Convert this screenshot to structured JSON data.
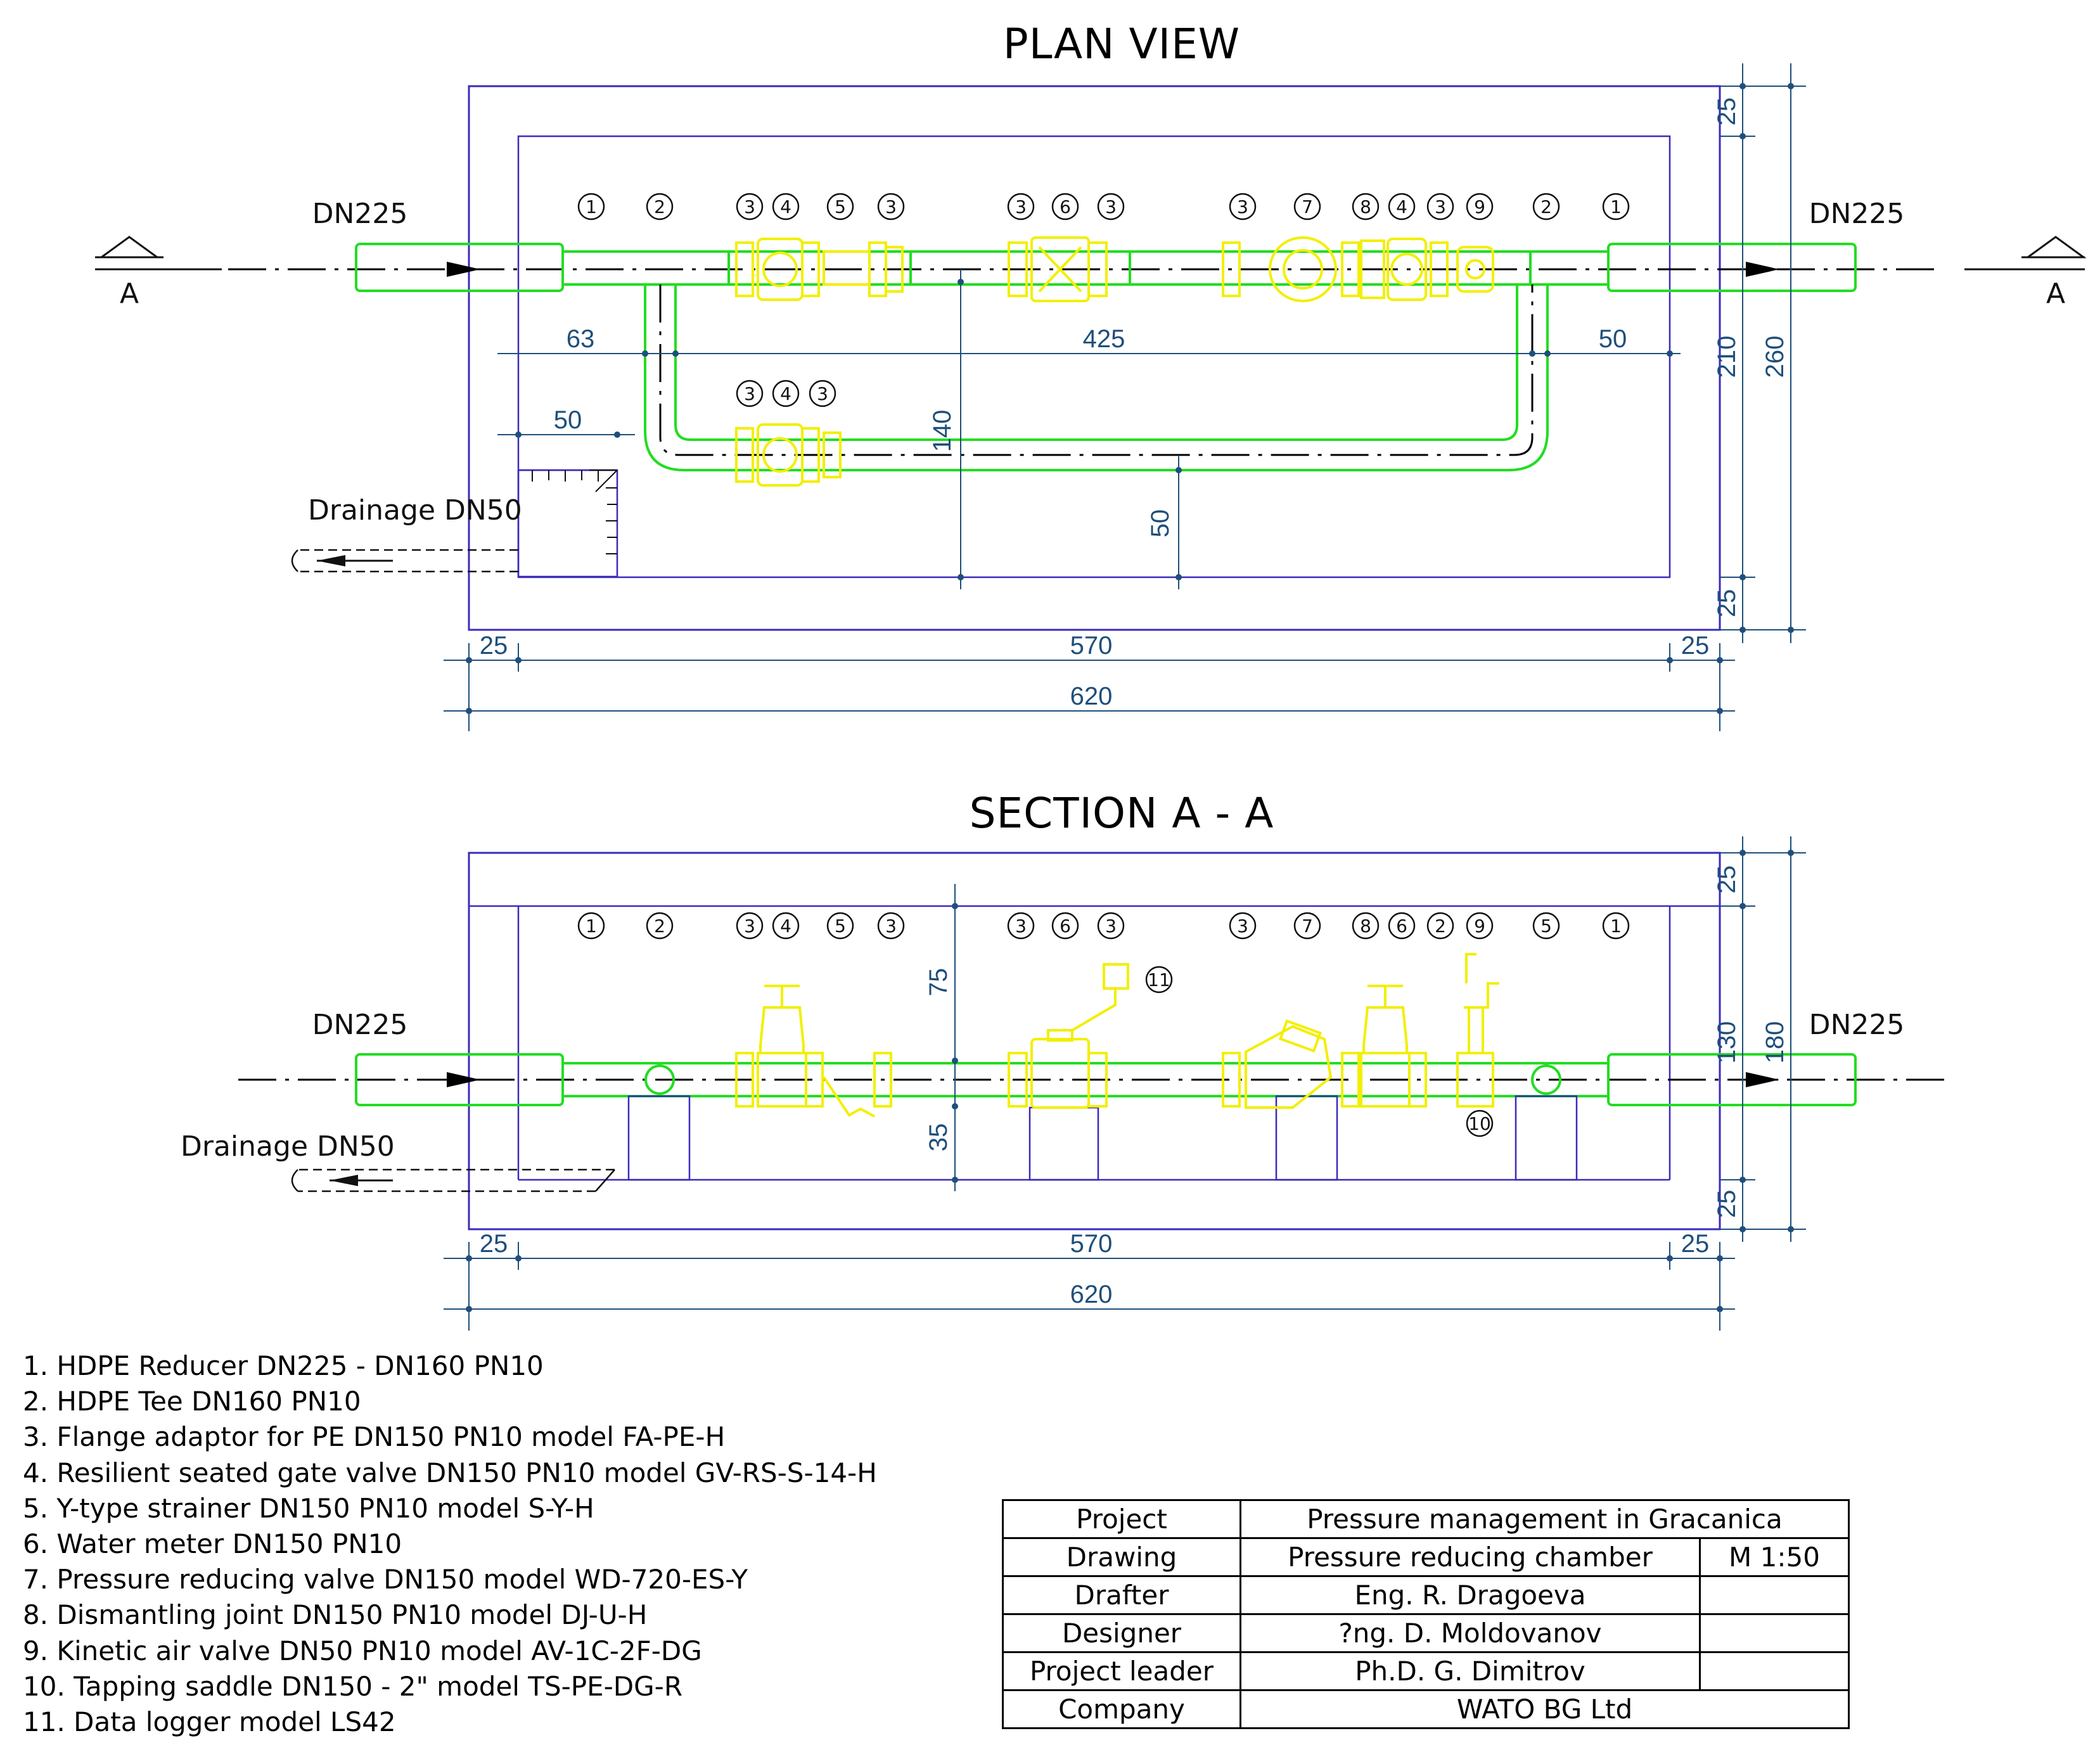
{
  "plan": {
    "title": "PLAN VIEW",
    "inlet": "DN225",
    "outlet": "DN225",
    "section_mark_left": "A",
    "section_mark_right": "A",
    "drainage": "Drainage DN50",
    "bubbles_main": [
      "1",
      "2",
      "3",
      "4",
      "5",
      "3",
      "3",
      "6",
      "3",
      "3",
      "7",
      "8",
      "4",
      "3",
      "9",
      "2",
      "1"
    ],
    "bubbles_bypass": [
      "3",
      "4",
      "3"
    ],
    "dims": {
      "d63": "63",
      "d425": "425",
      "d50a": "50",
      "d50b": "50",
      "d140": "140",
      "d50c": "50",
      "d25a": "25",
      "d210": "210",
      "d260": "260",
      "d25b": "25",
      "b25l": "25",
      "b570": "570",
      "b25r": "25",
      "b620": "620"
    }
  },
  "section": {
    "title": "SECTION A - A",
    "inlet": "DN225",
    "outlet": "DN225",
    "drainage": "Drainage DN50",
    "bubbles": [
      "1",
      "2",
      "3",
      "4",
      "5",
      "3",
      "3",
      "6",
      "3",
      "3",
      "7",
      "8",
      "6",
      "2",
      "9",
      "5",
      "1"
    ],
    "bubble_11": "11",
    "bubble_10": "10",
    "dims": {
      "d75": "75",
      "d35": "35",
      "d25a": "25",
      "d130": "130",
      "d180": "180",
      "d25b": "25",
      "b25l": "25",
      "b570": "570",
      "b25r": "25",
      "b620": "620"
    }
  },
  "legend": [
    "1. HDPE Reducer DN225 - DN160 PN10",
    "2. HDPE Tee DN160 PN10",
    "3. Flange adaptor for PE DN150 PN10 model FA-PE-H",
    "4. Resilient seated gate valve DN150 PN10 model GV-RS-S-14-H",
    "5. Y-type strainer DN150 PN10 model S-Y-H",
    "6. Water meter DN150 PN10",
    "7. Pressure reducing valve DN150 model WD-720-ES-Y",
    "8. Dismantling joint DN150 PN10 model DJ-U-H",
    "9. Kinetic air valve DN50 PN10 model AV-1C-2F-DG",
    "10. Tapping saddle DN150 - 2\" model TS-PE-DG-R",
    "11. Data logger model LS42"
  ],
  "titleblock": {
    "project_label": "Project",
    "project_value": "Pressure management in Gracanica",
    "drawing_label": "Drawing",
    "drawing_value": "Pressure reducing chamber",
    "scale": "M 1:50",
    "drafter_label": "Drafter",
    "drafter_value": "Eng. R. Dragoeva",
    "designer_label": "Designer",
    "designer_value": "?ng. D. Moldovanov",
    "leader_label": "Project leader",
    "leader_value": "Ph.D. G. Dimitrov",
    "company_label": "Company",
    "company_value": "WATO BG Ltd"
  },
  "colors": {
    "wall": "#3a2bbd",
    "pipe": "#22dd22",
    "valve": "#f2ef00",
    "dimension": "#1f4f7a"
  }
}
